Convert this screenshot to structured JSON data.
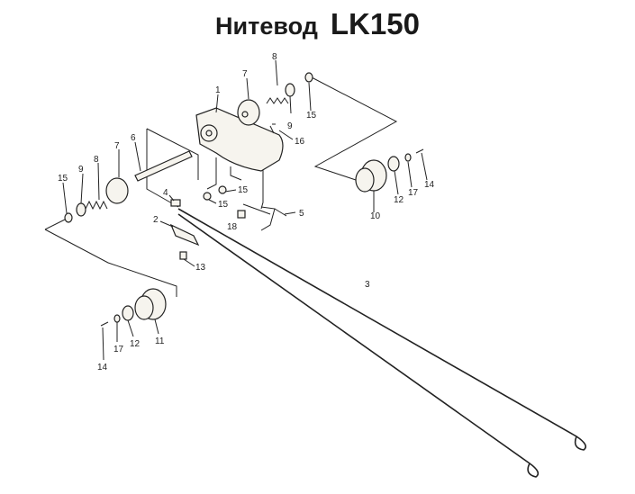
{
  "title": {
    "name": "Нитевод",
    "model": "LK150"
  },
  "part_labels": [
    "1",
    "7",
    "8",
    "9",
    "15",
    "16",
    "6",
    "7",
    "8",
    "9",
    "15",
    "4",
    "2",
    "13",
    "15",
    "15",
    "18",
    "5",
    "10",
    "12",
    "17",
    "14",
    "3",
    "11",
    "12",
    "17",
    "14"
  ]
}
